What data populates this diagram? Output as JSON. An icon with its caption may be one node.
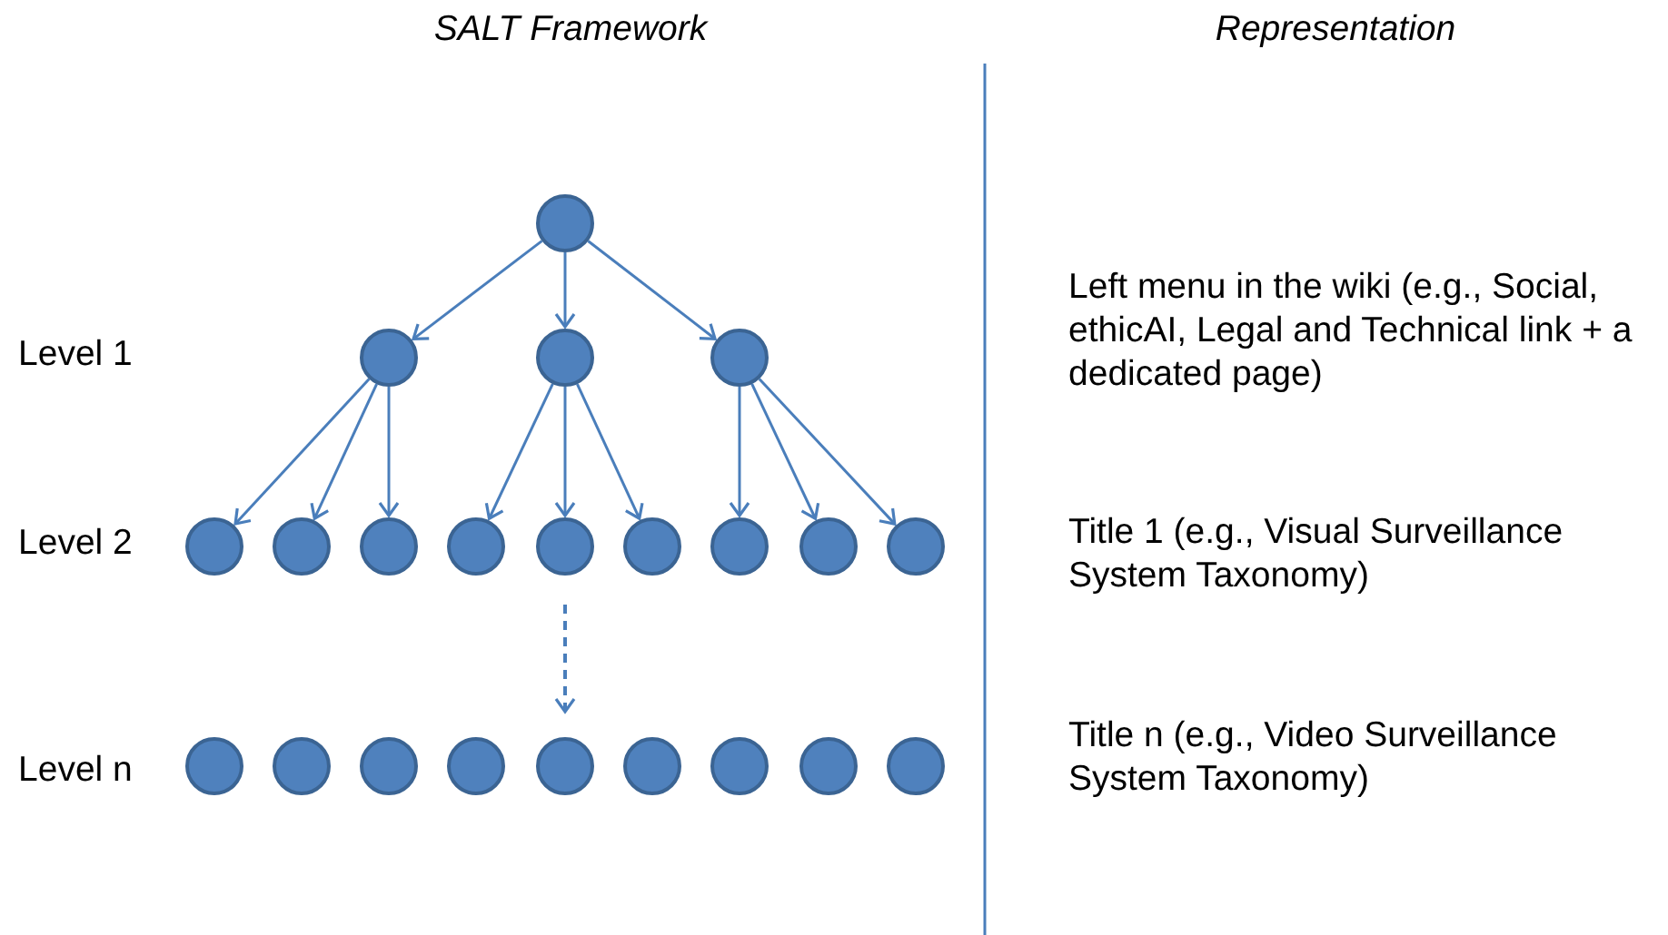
{
  "diagram": {
    "nodes": [
      {
        "text": [],
        "shape": "circle"
      },
      {
        "text": [],
        "shape": "circle"
      },
      {
        "text": [],
        "shape": "circle"
      },
      {
        "text": [],
        "shape": "circle"
      },
      {
        "text": [],
        "shape": "circle"
      },
      {
        "text": [],
        "shape": "circle"
      },
      {
        "text": [],
        "shape": "circle"
      },
      {
        "text": [],
        "shape": "circle"
      },
      {
        "text": [],
        "shape": "circle"
      },
      {
        "text": [],
        "shape": "circle"
      },
      {
        "text": [],
        "shape": "circle"
      },
      {
        "text": [],
        "shape": "circle"
      },
      {
        "text": [],
        "shape": "circle"
      },
      {
        "text": [],
        "shape": "circle"
      },
      {
        "text": [],
        "shape": "circle"
      },
      {
        "text": [],
        "shape": "circle"
      },
      {
        "text": [],
        "shape": "circle"
      },
      {
        "text": [],
        "shape": "circle"
      },
      {
        "text": [],
        "shape": "circle"
      },
      {
        "text": [],
        "shape": "circle"
      },
      {
        "text": [],
        "shape": "circle"
      },
      {
        "text": [],
        "shape": "circle"
      }
    ],
    "edges": [
      {
        "from": 0,
        "to": 1,
        "arrow": "to"
      },
      {
        "from": 0,
        "to": 2,
        "arrow": "to"
      },
      {
        "from": 0,
        "to": 3,
        "arrow": "to"
      },
      {
        "from": 1,
        "to": 4,
        "arrow": "to"
      },
      {
        "from": 1,
        "to": 5,
        "arrow": "to"
      },
      {
        "from": 1,
        "to": 6,
        "arrow": "to"
      },
      {
        "from": 2,
        "to": 7,
        "arrow": "to"
      },
      {
        "from": 2,
        "to": 8,
        "arrow": "to"
      },
      {
        "from": 2,
        "to": 9,
        "arrow": "to"
      },
      {
        "from": 3,
        "to": 10,
        "arrow": "to"
      },
      {
        "from": 3,
        "to": 11,
        "arrow": "to"
      },
      {
        "from": 3,
        "to": 12,
        "arrow": "to"
      },
      {
        "from": null,
        "to": 17,
        "arrow": "to",
        "style": "dashed"
      }
    ],
    "labels": [
      "SALT Framework",
      "Representation",
      "Level 1",
      "Left menu in the wiki (e.g., Social, ethicAI, Legal and Technical link + a dedicated page)",
      "Level 2",
      "Title 1 (e.g., Visual Surveillance System Taxonomy)",
      "Level n",
      "Title n (e.g., Video Surveillance System Taxonomy)"
    ]
  }
}
